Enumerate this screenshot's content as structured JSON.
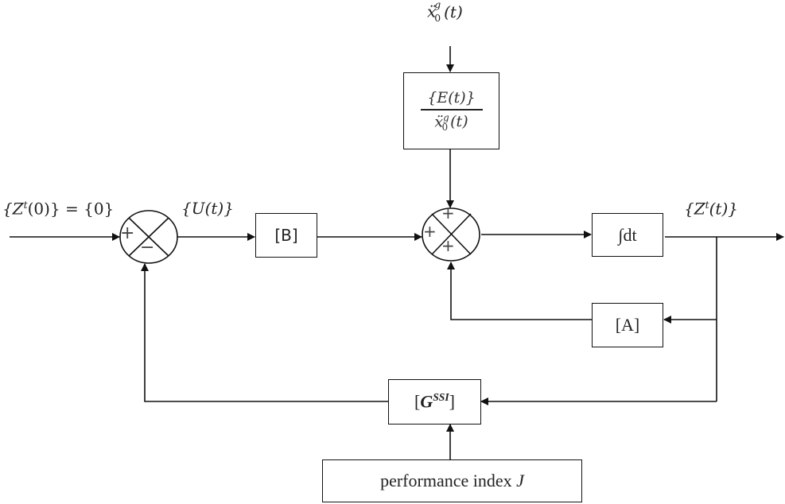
{
  "title": "Block diagram of structural control system with state feedback gain",
  "signals": {
    "ground_accel_input": "ẍ",
    "ground_accel_sup": "g",
    "ground_accel_sub": "0",
    "ground_accel_arg": "(t)",
    "initial_state_lhs_open": "{Z",
    "initial_state_sup": "t",
    "initial_state_rest": "(0)} = {0}",
    "control_force_label": "{U(t)}",
    "state_output_open": "{Z",
    "state_output_sup": "t",
    "state_output_rest": "(t)}"
  },
  "blocks": {
    "excitation_numerator": "{E(t)}",
    "excitation_denominator_base": "ẍ",
    "excitation_denominator_sup": "g",
    "excitation_denominator_sub": "0",
    "excitation_denominator_arg": "(t)",
    "input_matrix": "[B]",
    "integrator": "∫dt",
    "system_matrix": "[A]",
    "gain_open": "[",
    "gain_base": "G",
    "gain_sup": "SSI",
    "gain_close": "]",
    "performance_index_text": "performance index",
    "performance_index_symbol": "J"
  },
  "summing_junctions": {
    "junction1_signs": [
      "+",
      "−"
    ],
    "junction2_signs": [
      "+",
      "+",
      "+"
    ]
  }
}
